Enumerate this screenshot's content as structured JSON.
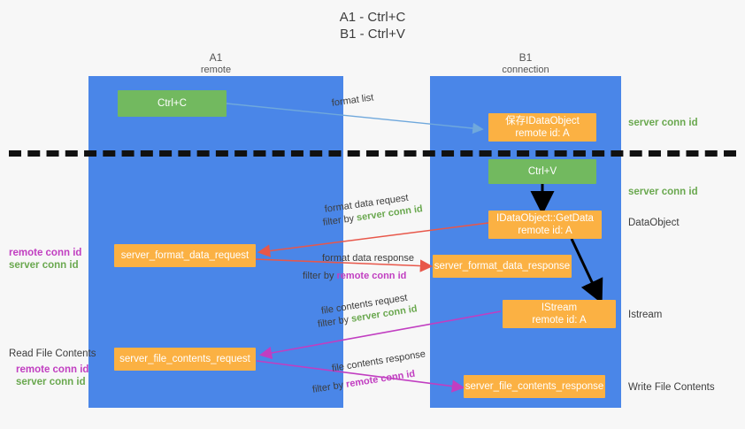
{
  "diagram": {
    "title_line1": "A1 - Ctrl+C",
    "title_line2": "B1 - Ctrl+V",
    "colors": {
      "lane": "#4a86e8",
      "orange_box": "#fbb143",
      "green_box": "#72b95f",
      "server_conn_id": "#6aa84f",
      "remote_conn_id": "#c13ec1",
      "arrow_blue": "#6fa8dc",
      "arrow_red": "#e8574a",
      "arrow_magenta": "#c13ec1",
      "arrow_black": "#000000",
      "background": "#f7f7f7"
    },
    "lanes": [
      {
        "name": "A1",
        "sub": "remote"
      },
      {
        "name": "B1",
        "sub": "connection"
      }
    ],
    "boxes": [
      {
        "id": "ctrl-c",
        "kind": "green",
        "line1": "Ctrl+C",
        "line2": ""
      },
      {
        "id": "save-idataobject",
        "kind": "orange",
        "line1": "保存IDataObject",
        "line2": "remote id: A"
      },
      {
        "id": "ctrl-v",
        "kind": "green",
        "line1": "Ctrl+V",
        "line2": ""
      },
      {
        "id": "idataobject-getdata",
        "kind": "orange",
        "line1": "IDataObject::GetData",
        "line2": "remote id: A"
      },
      {
        "id": "server-format-data-request",
        "kind": "orange",
        "line1": "server_format_data_request",
        "line2": ""
      },
      {
        "id": "server-format-data-response",
        "kind": "orange",
        "line1": "server_format_data_response",
        "line2": ""
      },
      {
        "id": "istream",
        "kind": "orange",
        "line1": "IStream",
        "line2": "remote id: A"
      },
      {
        "id": "server-file-contents-request",
        "kind": "orange",
        "line1": "server_file_contents_request",
        "line2": ""
      },
      {
        "id": "server-file-contents-response",
        "kind": "orange",
        "line1": "server_file_contents_response",
        "line2": ""
      }
    ],
    "edge_labels": {
      "format_list": "format list",
      "format_data_request": "format data request",
      "format_data_request_filter_prefix": "filter by ",
      "format_data_request_filter_value": "server conn id",
      "format_data_response": "format data response",
      "format_data_response_filter_prefix": "filter by ",
      "format_data_response_filter_value": "remote conn id",
      "file_contents_request": "file contents request",
      "file_contents_request_filter_prefix": "filter by ",
      "file_contents_request_filter_value": "server conn id",
      "file_contents_response": "file contents response",
      "file_contents_response_filter_prefix": "filter by ",
      "file_contents_response_filter_value": "remote conn id"
    },
    "right_labels": {
      "server_conn_id_top": "server conn id",
      "server_conn_id_mid": "server conn id",
      "dataobject": "DataObject",
      "istream": "Istream",
      "write_file_contents": "Write File Contents"
    },
    "left_labels": {
      "remote_conn_id_1": "remote conn id",
      "server_conn_id_1": "server conn id",
      "read_file_contents": "Read File Contents",
      "remote_conn_id_2": "remote conn id",
      "server_conn_id_2": "server conn id"
    }
  }
}
